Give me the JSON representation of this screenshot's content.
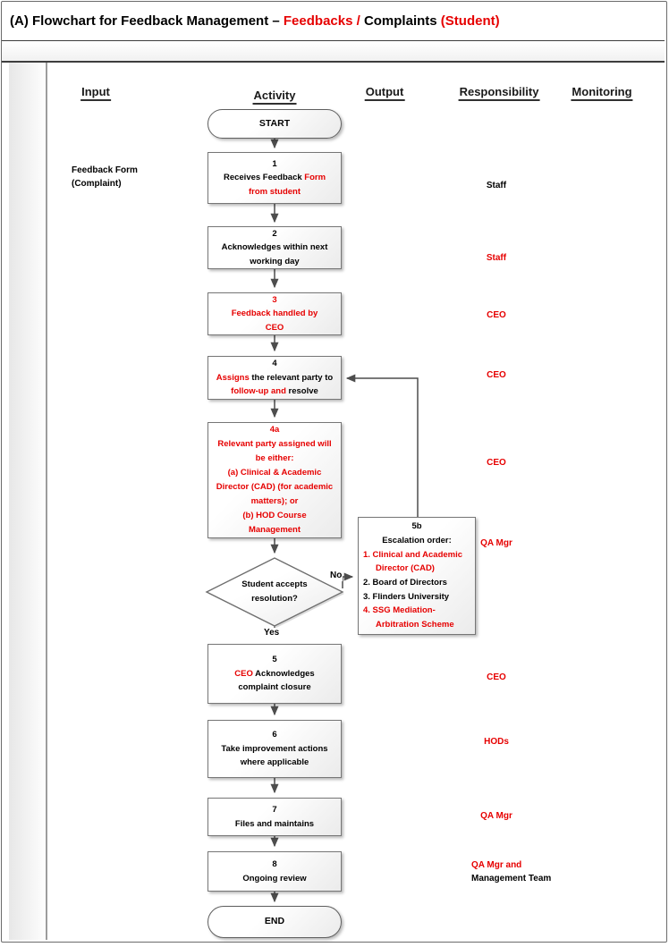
{
  "title": {
    "parts": [
      {
        "t": "(A) Flowchart for Feedback Management – ",
        "c": "k"
      },
      {
        "t": "Feedbacks / ",
        "c": "r"
      },
      {
        "t": "Complaints ",
        "c": "k"
      },
      {
        "t": "(Student)",
        "c": "r"
      }
    ]
  },
  "columns": {
    "input": "Input",
    "activity": "Activity",
    "output": "Output",
    "responsibility": "Responsibility",
    "monitoring": "Monitoring"
  },
  "input_label": {
    "lines": [
      "Feedback Form",
      "(Complaint)"
    ]
  },
  "nodes": {
    "start": {
      "label": "START"
    },
    "n1": {
      "lines": [
        [
          {
            "t": "1",
            "c": "k"
          }
        ],
        [
          {
            "t": "Receives Feedback ",
            "c": "k"
          },
          {
            "t": "Form",
            "c": "r"
          }
        ],
        [
          {
            "t": "from student",
            "c": "r"
          }
        ]
      ]
    },
    "n2": {
      "lines": [
        [
          {
            "t": "2",
            "c": "k"
          }
        ],
        [
          {
            "t": "Acknowledges within next",
            "c": "k"
          }
        ],
        [
          {
            "t": "working day",
            "c": "k"
          }
        ]
      ]
    },
    "n3": {
      "lines": [
        [
          {
            "t": "3",
            "c": "r"
          }
        ],
        [
          {
            "t": "Feedback handled by",
            "c": "r"
          }
        ],
        [
          {
            "t": "CEO",
            "c": "r"
          }
        ]
      ]
    },
    "n4": {
      "lines": [
        [
          {
            "t": "4",
            "c": "k"
          }
        ],
        [
          {
            "t": "Assigns",
            "c": "r"
          },
          {
            "t": " the relevant party to",
            "c": "k"
          }
        ],
        [
          {
            "t": "follow-up and",
            "c": "r"
          },
          {
            "t": " resolve",
            "c": "k"
          }
        ]
      ]
    },
    "n4a": {
      "lines": [
        [
          {
            "t": "4a",
            "c": "r"
          }
        ],
        [
          {
            "t": "Relevant party assigned will",
            "c": "r"
          }
        ],
        [
          {
            "t": "be either:",
            "c": "r"
          }
        ],
        [
          {
            "t": "(a) Clinical & Academic",
            "c": "r"
          }
        ],
        [
          {
            "t": "Director (CAD) (for academic",
            "c": "r"
          }
        ],
        [
          {
            "t": "matters); or",
            "c": "r"
          }
        ],
        [
          {
            "t": "(b) HOD Course",
            "c": "r"
          }
        ],
        [
          {
            "t": "Management",
            "c": "r"
          }
        ]
      ]
    },
    "n5b": {
      "lines": [
        [
          {
            "t": "5b",
            "c": "k"
          }
        ],
        [
          {
            "t": "Escalation order:",
            "c": "k"
          }
        ],
        [
          {
            "t": "1. Clinical and Academic",
            "c": "r"
          }
        ],
        [
          {
            "t": "Director (CAD)",
            "c": "r"
          }
        ],
        [
          {
            "t": "2. Board of Directors",
            "c": "k"
          }
        ],
        [
          {
            "t": "3. Flinders University",
            "c": "k"
          }
        ],
        [
          {
            "t": "4. SSG Mediation-",
            "c": "r"
          }
        ],
        [
          {
            "t": "Arbitration Scheme",
            "c": "r"
          }
        ]
      ]
    },
    "n5": {
      "lines": [
        [
          {
            "t": "5",
            "c": "k"
          }
        ],
        [
          {
            "t": "CEO",
            "c": "r"
          },
          {
            "t": " Acknowledges",
            "c": "k"
          }
        ],
        [
          {
            "t": "complaint closure",
            "c": "k"
          }
        ]
      ]
    },
    "n6": {
      "lines": [
        [
          {
            "t": "6",
            "c": "k"
          }
        ],
        [
          {
            "t": "Take improvement actions",
            "c": "k"
          }
        ],
        [
          {
            "t": "where applicable",
            "c": "k"
          }
        ]
      ]
    },
    "n7": {
      "lines": [
        [
          {
            "t": "7",
            "c": "k"
          }
        ],
        [
          {
            "t": "Files and maintains",
            "c": "k"
          }
        ]
      ]
    },
    "n8": {
      "lines": [
        [
          {
            "t": "8",
            "c": "k"
          }
        ],
        [
          {
            "t": "Ongoing review",
            "c": "k"
          }
        ]
      ]
    },
    "end": {
      "label": "END"
    }
  },
  "decision": {
    "lines": [
      [
        {
          "t": "Student accepts",
          "c": "k"
        }
      ],
      [
        {
          "t": "resolution?",
          "c": "k"
        }
      ]
    ],
    "yes": "Yes",
    "no": "No"
  },
  "responsibilities": [
    {
      "label": "Staff",
      "c": "k"
    },
    {
      "label": "Staff",
      "c": "r"
    },
    {
      "label": "CEO",
      "c": "r"
    },
    {
      "label": "CEO",
      "c": "r"
    },
    {
      "label": "CEO",
      "c": "r"
    },
    {
      "label": "QA Mgr",
      "c": "r"
    },
    {
      "label": "CEO",
      "c": "r"
    },
    {
      "label": "HODs",
      "c": "r"
    },
    {
      "label": "QA Mgr",
      "c": "r"
    },
    {
      "lines": [
        {
          "t": "QA Mgr and",
          "c": "r"
        },
        {
          "t": "Management Team",
          "c": "k"
        }
      ]
    }
  ],
  "colors": {
    "accent_red": "#e60000",
    "text_black": "#000000",
    "line_gray": "#4d4d4d",
    "box_border_gray": "#767676"
  }
}
